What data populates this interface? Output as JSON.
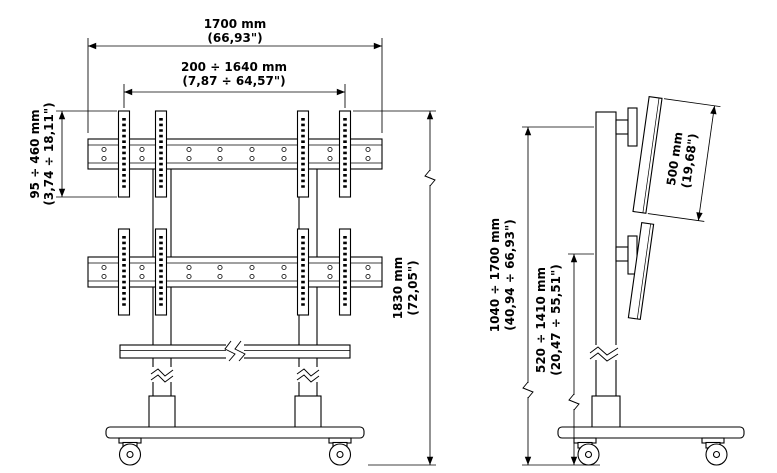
{
  "colors": {
    "line": "#000000",
    "background": "#ffffff"
  },
  "front": {
    "width_total_mm": "1700 mm",
    "width_total_in": "(66,93\")",
    "width_range_mm": "200 ÷ 1640 mm",
    "width_range_in": "(7,87 ÷ 64,57\")",
    "vesa_range_mm": "95 ÷ 460 mm",
    "vesa_range_in": "(3,74 ÷ 18,11\")",
    "height_total_mm": "1830 mm",
    "height_total_in": "(72,05\")"
  },
  "side": {
    "bracket_mm": "500 mm",
    "bracket_in": "(19,68\")",
    "upper_range_mm": "1040 ÷ 1700 mm",
    "upper_range_in": "(40,94 ÷ 66,93\")",
    "lower_range_mm": "520 ÷ 1410 mm",
    "lower_range_in": "(20,47 ÷ 55,51\")"
  }
}
